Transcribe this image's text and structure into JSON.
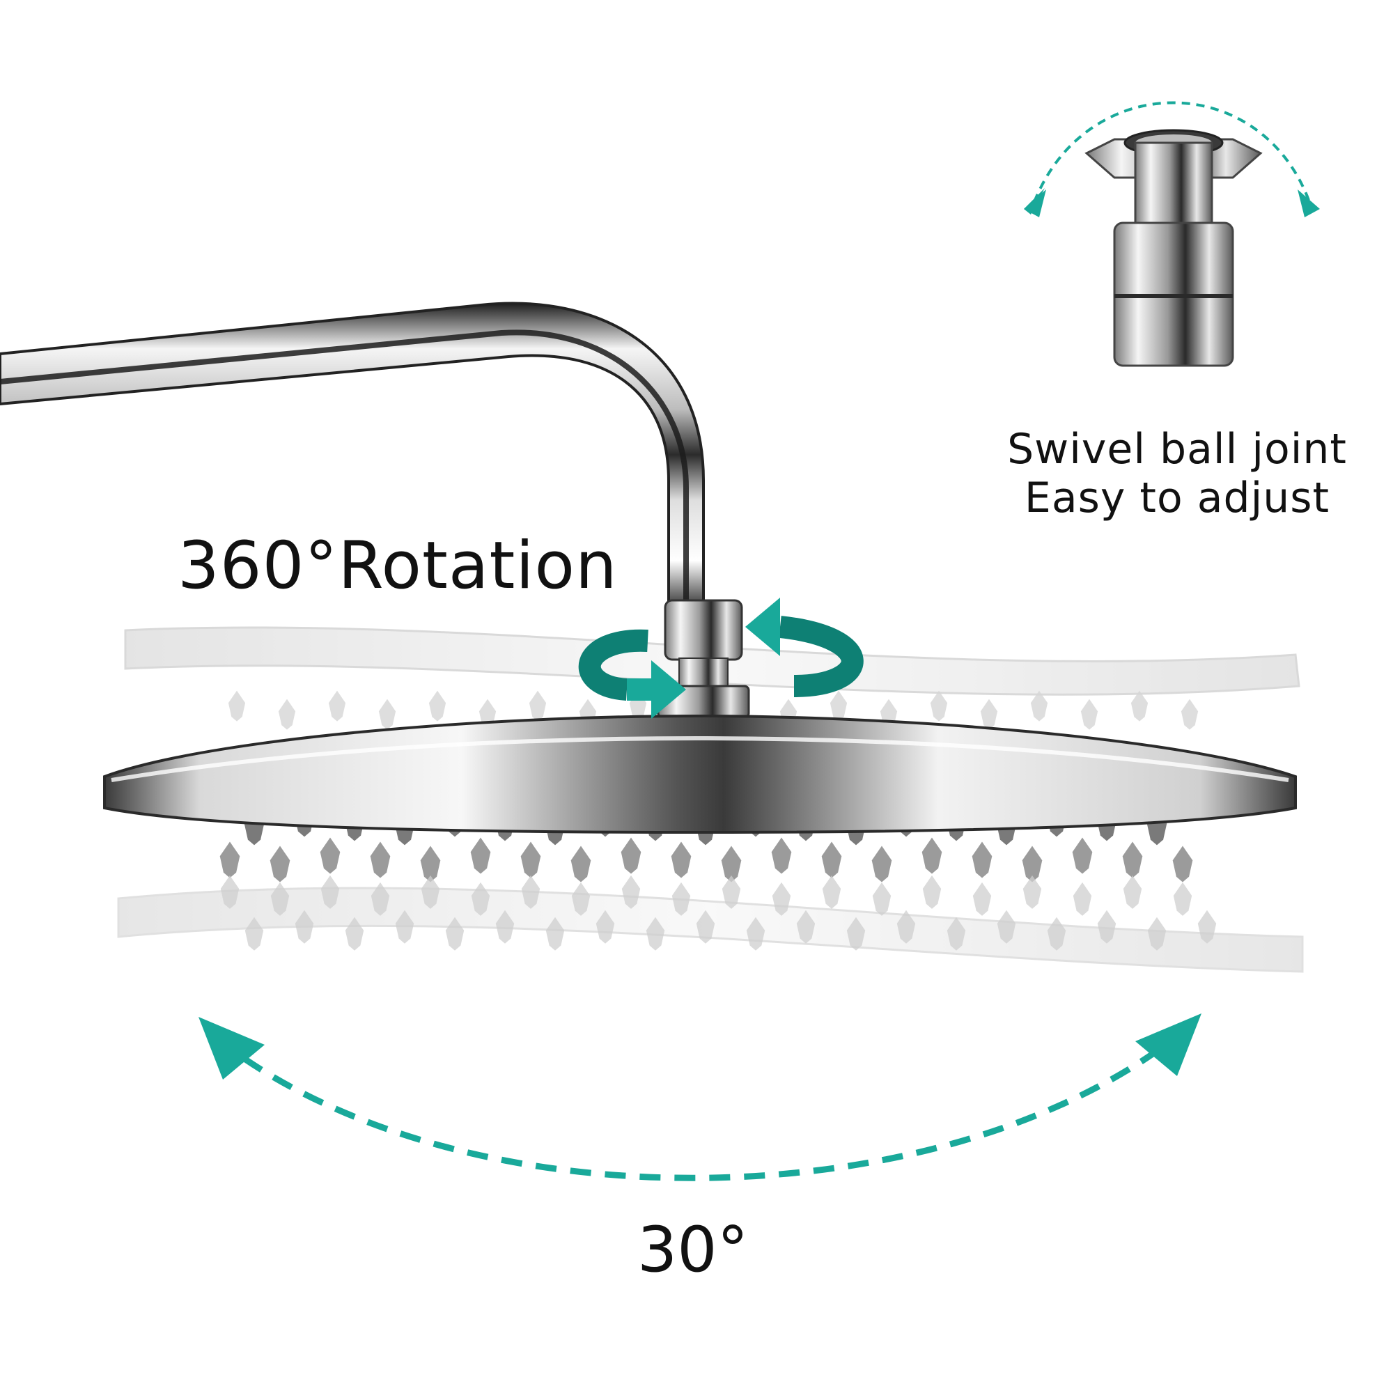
{
  "captions": {
    "rotation": "360°Rotation",
    "swivel_line1": "Swivel ball joint",
    "swivel_line2": "Easy to adjust",
    "tilt": "30°"
  },
  "colors": {
    "accent": "#19A99A",
    "accent_dark": "#0E8074",
    "text": "#111111",
    "chrome_dark": "#2a2a2a",
    "chrome_mid": "#9a9a9a",
    "chrome_light": "#f2f2f2"
  },
  "icons": {
    "rotation_arrows": "circular-rotation-arrows-icon",
    "tilt_arc": "dashed-double-arrow-arc-icon",
    "swivel_arc": "dashed-double-arrow-arc-icon"
  }
}
